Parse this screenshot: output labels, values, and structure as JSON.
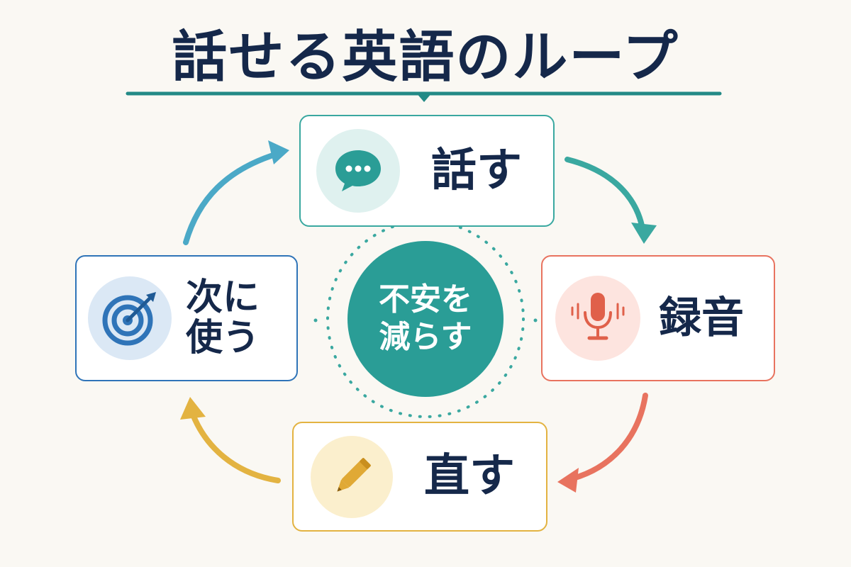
{
  "title": "話せる英語のループ",
  "center": {
    "line1": "不安を",
    "line2": "減らす",
    "color": "#2a9d96"
  },
  "steps": {
    "speak": {
      "label": "話す",
      "icon": "speech-bubble-icon",
      "color": "#3aa8a0",
      "icon_bg": "#dff1ef"
    },
    "record": {
      "label": "録音",
      "icon": "microphone-icon",
      "color": "#e8735f",
      "icon_bg": "#fde4df"
    },
    "fix": {
      "label": "直す",
      "icon": "pencil-icon",
      "color": "#e3b341",
      "icon_bg": "#fbefcd"
    },
    "next": {
      "label1": "次に",
      "label2": "使う",
      "icon": "target-icon",
      "color": "#2f74b8",
      "icon_bg": "#dbe8f5"
    }
  },
  "colors": {
    "title": "#15284a",
    "underline": "#238a86",
    "background": "#faf8f3"
  }
}
